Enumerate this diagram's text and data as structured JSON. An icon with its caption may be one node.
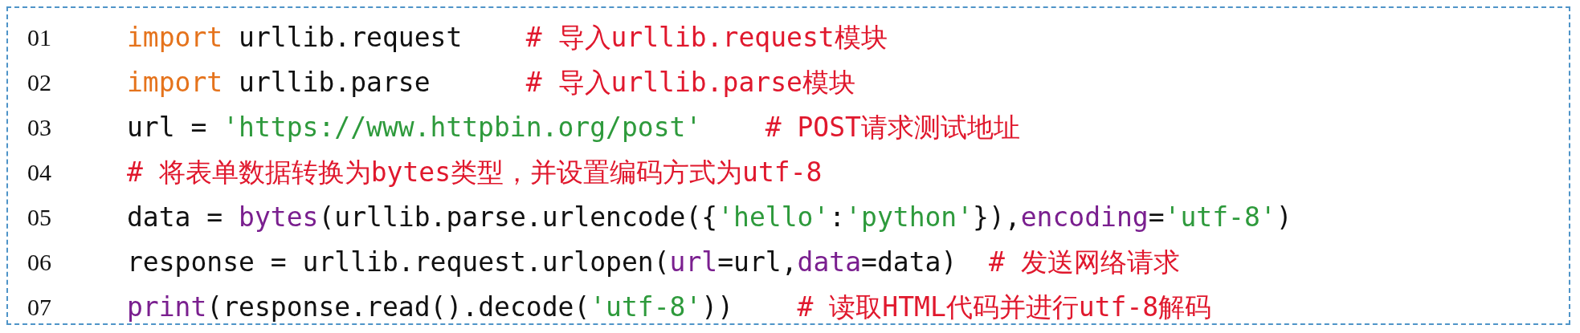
{
  "diagram": {
    "labels": [
      "01",
      "import urllib.request    # 导入urllib.request模块",
      "02",
      "import urllib.parse      # 导入urllib.parse模块",
      "03",
      "url = 'https://www.httpbin.org/post'    # POST请求测试地址",
      "04",
      "# 将表单数据转换为bytes类型，并设置编码方式为utf-8",
      "05",
      "data = bytes(urllib.parse.urlencode({'hello':'python'}),encoding='utf-8')",
      "06",
      "response = urllib.request.urlopen(url=url,data=data)  # 发送网络请求",
      "07",
      "print(response.read().decode('utf-8'))    # 读取HTML代码并进行utf-8解码"
    ]
  }
}
